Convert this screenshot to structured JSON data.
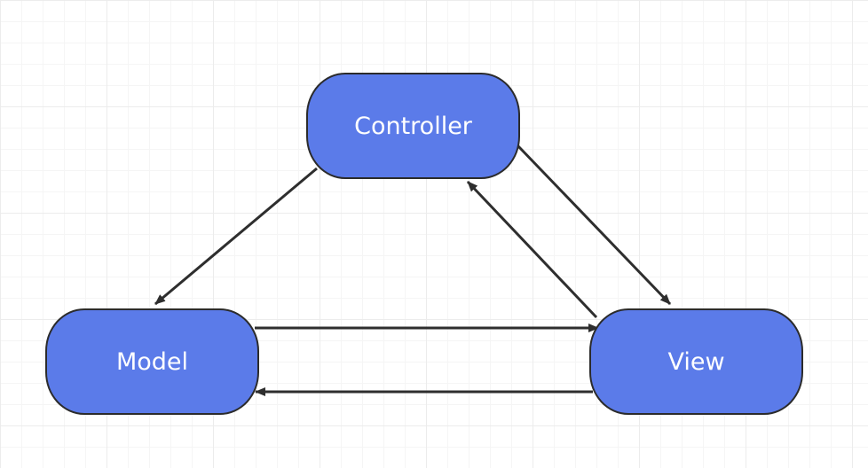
{
  "colors": {
    "node_fill": "#5b7be9",
    "node_stroke": "#2b2b2b",
    "edge": "#2e2e2e"
  },
  "nodes": {
    "controller": {
      "label": "Controller"
    },
    "model": {
      "label": "Model"
    },
    "view": {
      "label": "View"
    }
  },
  "edges": [
    {
      "from": "controller",
      "to": "model"
    },
    {
      "from": "controller",
      "to": "view"
    },
    {
      "from": "view",
      "to": "controller"
    },
    {
      "from": "model",
      "to": "view"
    },
    {
      "from": "view",
      "to": "model"
    }
  ]
}
